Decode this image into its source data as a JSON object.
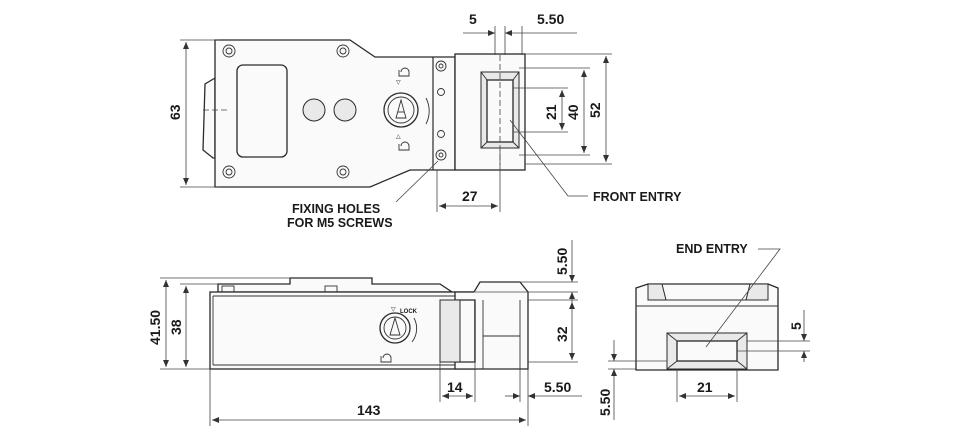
{
  "top_view": {
    "dims": {
      "height_overall": "63",
      "h52": "52",
      "h40": "40",
      "h21": "21",
      "w5": "5",
      "w5_50": "5.50",
      "w27": "27"
    },
    "callouts": {
      "fixing_holes_line1": "FIXING HOLES",
      "fixing_holes_line2": "FOR M5 SCREWS",
      "front_entry": "FRONT ENTRY"
    }
  },
  "side_view": {
    "dims": {
      "h41_50": "41.50",
      "h38": "38",
      "h5_50_top": "5.50",
      "h32": "32",
      "w14": "14",
      "w5_50": "5.50",
      "w143": "143"
    },
    "lock_label": "LOCK"
  },
  "end_view": {
    "dims": {
      "h5": "5",
      "h5_50": "5.50",
      "w21": "21"
    },
    "callouts": {
      "end_entry": "END ENTRY"
    }
  }
}
